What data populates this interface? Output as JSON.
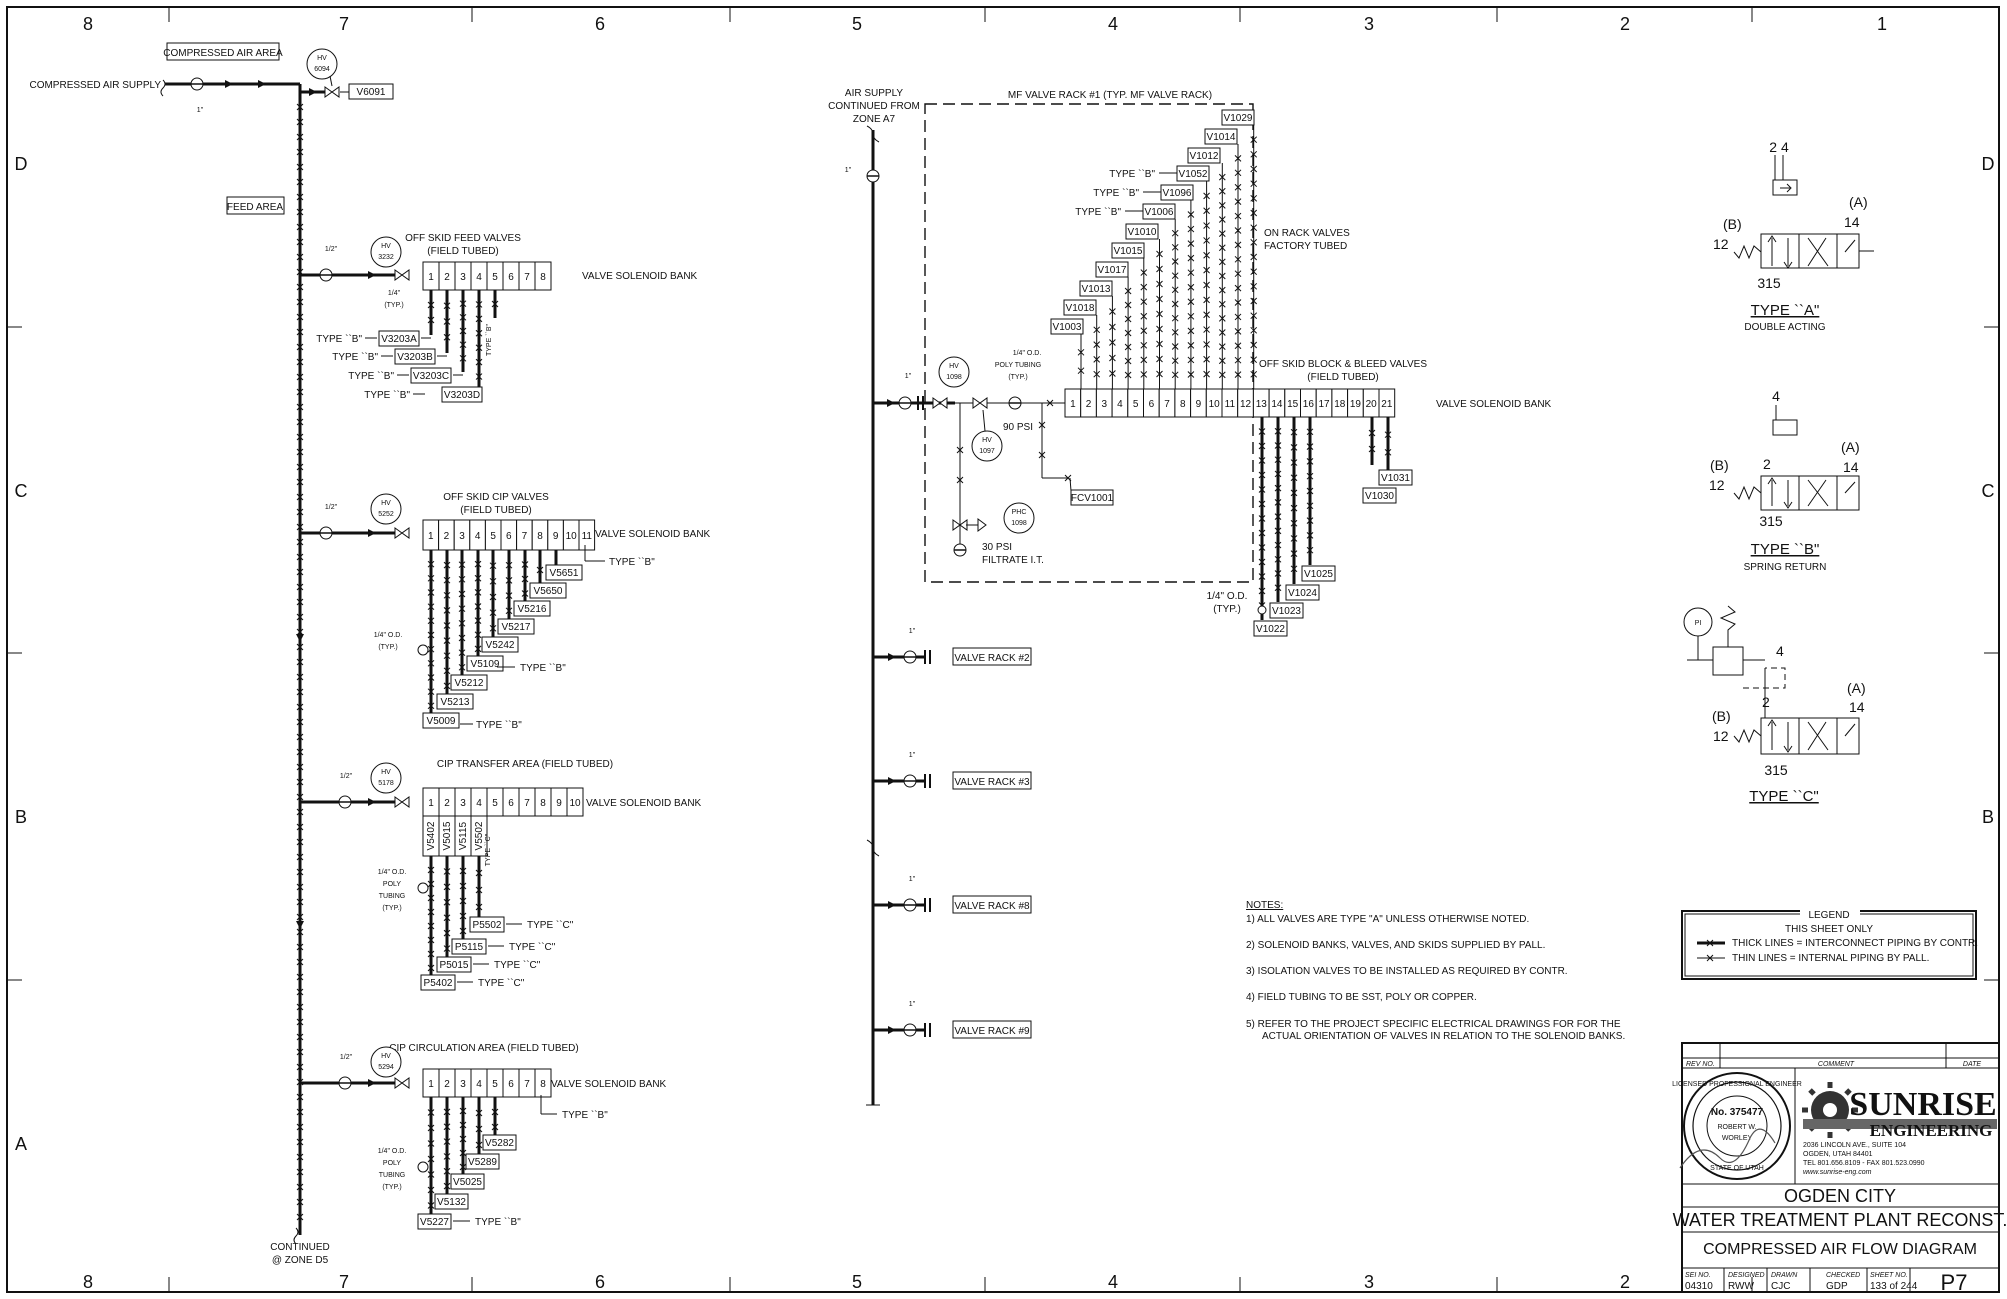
{
  "grid": {
    "columns": [
      "8",
      "7",
      "6",
      "5",
      "4",
      "3",
      "2",
      "1"
    ],
    "rows": [
      "D",
      "C",
      "B",
      "A"
    ]
  },
  "top_left": {
    "compressed_air_area": "COMPRESSED AIR AREA",
    "compressed_air_supply": "COMPRESSED AIR SUPPLY",
    "size_1in": "1\"",
    "hv6094_prefix": "HV",
    "hv6094_num": "6094",
    "v6091": "V6091",
    "feed_area": "FEED AREA",
    "continued": "CONTINUED",
    "continued_zone": "@ ZONE D5"
  },
  "feed": {
    "title1": "OFF SKID FEED VALVES",
    "title2": "(FIELD TUBED)",
    "size": "1/2\"",
    "hv_num": "3232",
    "quarter": "1/4\"",
    "typ": "(TYP.)",
    "cells": [
      "1",
      "2",
      "3",
      "4",
      "5",
      "6",
      "7",
      "8"
    ],
    "bank": "VALVE SOLENOID BANK",
    "type_b_vert": "TYPE ``B\"",
    "valves": [
      {
        "type": "TYPE ``B\"",
        "tag": "V3203A"
      },
      {
        "type": "TYPE ``B\"",
        "tag": "V3203B"
      },
      {
        "type": "TYPE ``B\"",
        "tag": "V3203C"
      },
      {
        "type": "TYPE ``B\"",
        "tag": "V3203D"
      }
    ]
  },
  "cip": {
    "title1": "OFF SKID CIP VALVES",
    "title2": "(FIELD TUBED)",
    "size": "1/2\"",
    "hv_num": "5252",
    "cells": [
      "1",
      "2",
      "3",
      "4",
      "5",
      "6",
      "7",
      "8",
      "9",
      "10",
      "11"
    ],
    "bank": "VALVE SOLENOID BANK",
    "type_b": "TYPE ``B\"",
    "od1": "1/4\" O.D.",
    "od2": "(TYP.)",
    "tags": [
      "V5651",
      "V5650",
      "V5216",
      "V5217",
      "V5242",
      "V5109",
      "V5212",
      "V5213",
      "V5009"
    ],
    "v5109_type": "TYPE ``B\"",
    "v5009_type": "TYPE ``B\""
  },
  "transfer": {
    "title": "CIP TRANSFER AREA (FIELD TUBED)",
    "size": "1/2\"",
    "hv_num": "5178",
    "cells": [
      "1",
      "2",
      "3",
      "4",
      "5",
      "6",
      "7",
      "8",
      "9",
      "10"
    ],
    "bank": "VALVE SOLENOID BANK",
    "vert_tags": [
      "V5402",
      "V5015",
      "V5115",
      "V5502"
    ],
    "type_c_vert": "TYPE ``C\"",
    "poly": [
      "1/4\" O.D.",
      "POLY",
      "TUBING",
      "(TYP.)"
    ],
    "p_tags": [
      {
        "tag": "P5502",
        "type": "TYPE ``C\""
      },
      {
        "tag": "P5115",
        "type": "TYPE ``C\""
      },
      {
        "tag": "P5015",
        "type": "TYPE ``C\""
      },
      {
        "tag": "P5402",
        "type": "TYPE ``C\""
      }
    ]
  },
  "circ": {
    "title": "CIP CIRCULATION AREA (FIELD TUBED)",
    "size": "1/2\"",
    "hv_num": "5294",
    "cells": [
      "1",
      "2",
      "3",
      "4",
      "5",
      "6",
      "7",
      "8"
    ],
    "bank": "VALVE SOLENOID BANK",
    "type_b": "TYPE ``B\"",
    "poly": [
      "1/4\" O.D.",
      "POLY",
      "TUBING",
      "(TYP.)"
    ],
    "tags": [
      "V5282",
      "V5289",
      "V5025",
      "V5132",
      "V5227"
    ],
    "v5227_type": "TYPE ``B\""
  },
  "rack": {
    "air_supply": [
      "AIR SUPPLY",
      "CONTINUED FROM",
      "ZONE A7"
    ],
    "size_1in": "1\"",
    "title": "MF VALVE RACK #1 (TYP. MF VALVE RACK)",
    "on_rack1": "ON RACK VALVES",
    "on_rack2": "FACTORY TUBED",
    "block_bleed1": "OFF SKID BLOCK & BLEED VALVES",
    "block_bleed2": "(FIELD TUBED)",
    "bank": "VALVE SOLENOID BANK",
    "cells": [
      "1",
      "2",
      "3",
      "4",
      "5",
      "6",
      "7",
      "8",
      "9",
      "10",
      "11",
      "12",
      "13",
      "14",
      "15",
      "16",
      "17",
      "18",
      "19",
      "20",
      "21"
    ],
    "stair_tags": [
      "V1029",
      "V1014",
      "V1012",
      "V1052",
      "V1096",
      "V1006",
      "V1010",
      "V1015",
      "V1017",
      "V1013",
      "V1018",
      "V1003"
    ],
    "type_b": "TYPE ``B\"",
    "poly": [
      "1/4\" O.D.",
      "POLY TUBING",
      "(TYP.)"
    ],
    "hv1098": "1098",
    "hv1097": "1097",
    "psi90": "90 PSI",
    "fcv": "FCV1001",
    "phc": "PHC",
    "phc_num": "1098",
    "psi30": "30 PSI",
    "filtrate": "FILTRATE I.T.",
    "od_typ": [
      "1/4\" O.D.",
      "(TYP.)"
    ],
    "bb_tags": [
      "V1022",
      "V1023",
      "V1024",
      "V1025"
    ],
    "right_tags": [
      "V1031",
      "V1030"
    ],
    "hv": "HV"
  },
  "racks": [
    "VALVE RACK #2",
    "VALVE RACK #3",
    "VALVE RACK #8",
    "VALVE RACK #9"
  ],
  "notes": {
    "heading": "NOTES:",
    "items": [
      "1)  ALL VALVES ARE TYPE \"A\" UNLESS OTHERWISE NOTED.",
      "2)  SOLENOID BANKS, VALVES, AND SKIDS SUPPLIED BY PALL.",
      "3)  ISOLATION VALVES TO BE INSTALLED AS REQUIRED BY CONTR.",
      "4)  FIELD TUBING TO BE SST, POLY OR COPPER.",
      "5)  REFER TO THE PROJECT SPECIFIC ELECTRICAL DRAWINGS FOR FOR THE",
      "ACTUAL ORIENTATION OF VALVES IN RELATION TO THE SOLENOID BANKS."
    ]
  },
  "types": {
    "a": {
      "label": "TYPE ``A\"",
      "sub": "DOUBLE ACTING",
      "p24": "2 4",
      "pb": "(B)",
      "p12": "12",
      "pa": "(A)",
      "p14": "14",
      "p315": "315"
    },
    "b": {
      "label": "TYPE ``B\"",
      "sub": "SPRING RETURN",
      "p4": "4",
      "p2": "2",
      "pb": "(B)",
      "p12": "12",
      "pa": "(A)",
      "p14": "14",
      "p315": "315"
    },
    "c": {
      "label": "TYPE ``C\"",
      "pi": "PI",
      "p4": "4",
      "p2": "2",
      "pb": "(B)",
      "p12": "12",
      "pa": "(A)",
      "p14": "14",
      "p315": "315"
    }
  },
  "legend": {
    "title": "LEGEND",
    "sub": "THIS SHEET ONLY",
    "thick": "THICK LINES  = INTERCONNECT PIPING BY CONTR.",
    "thin": "THIN LINES = INTERNAL PIPING BY PALL."
  },
  "title_block": {
    "rev_no": "REV NO.",
    "comment": "COMMENT",
    "date": "DATE",
    "seal_no": "No. 375477",
    "seal_name": "ROBERT W.",
    "seal_name2": "WORLEY",
    "seal_ring": "LICENSED PROFESSIONAL ENGINEER",
    "seal_state": "STATE OF UTAH",
    "brand1": "SUNRISE",
    "brand2": "ENGINEERING",
    "addr1": "2036 LINCOLN AVE., SUITE 104",
    "addr2": "OGDEN, UTAH  84401",
    "addr3": "TEL 801.656.8109  -  FAX 801.523.0990",
    "addr4": "www.sunrise-eng.com",
    "client": "OGDEN  CITY",
    "project": "WATER  TREATMENT  PLANT  RECONST.",
    "drawing": "COMPRESSED  AIR  FLOW  DIAGRAM",
    "sei_no_label": "SEI NO.",
    "sei_no": "04310",
    "designed_label": "DESIGNED",
    "designed": "RWW",
    "drawn_label": "DRAWN",
    "drawn": "CJC",
    "checked_label": "CHECKED",
    "checked": "GDP",
    "sheet_label": "SHEET NO.",
    "sheet_no": "133 of 244",
    "page": "P7"
  }
}
